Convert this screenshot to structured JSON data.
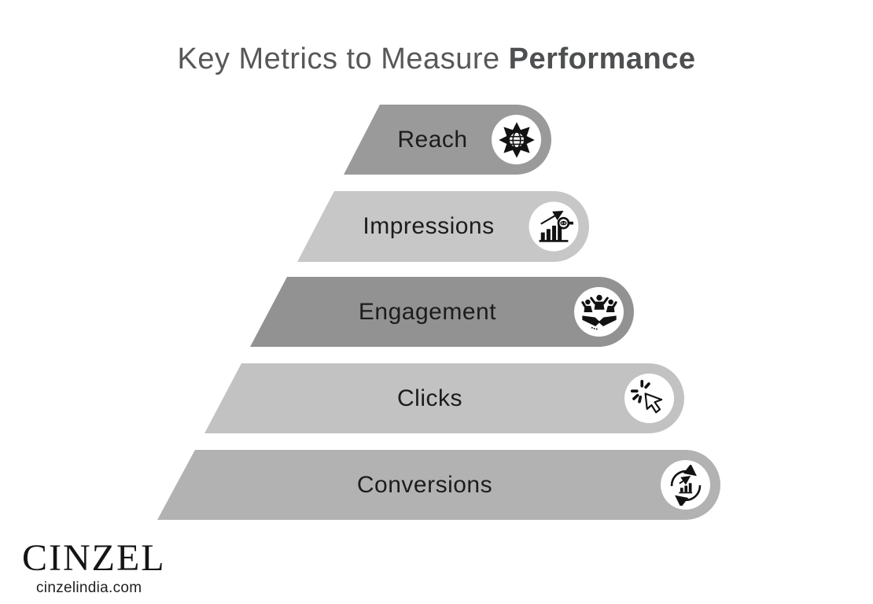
{
  "title": {
    "regular": "Key Metrics to Measure ",
    "bold": "Performance",
    "color": "#575859"
  },
  "funnel": {
    "levels": [
      {
        "label": "Reach",
        "icon": "globe-network-arrows-icon",
        "color": "#9a9a9a"
      },
      {
        "label": "Impressions",
        "icon": "bar-chart-magnifier-eye-icon",
        "color": "#c7c7c7"
      },
      {
        "label": "Engagement",
        "icon": "people-handshake-icon",
        "color": "#929292"
      },
      {
        "label": "Clicks",
        "icon": "cursor-click-icon",
        "color": "#c2c2c2"
      },
      {
        "label": "Conversions",
        "icon": "cycle-growth-icon",
        "color": "#b2b2b2"
      }
    ],
    "circle_fill": "#ffffff",
    "icon_color": "#111111",
    "label_color": "#1c1c1c"
  },
  "footer": {
    "brand": "CINZEL",
    "website": "cinzelindia.com"
  }
}
